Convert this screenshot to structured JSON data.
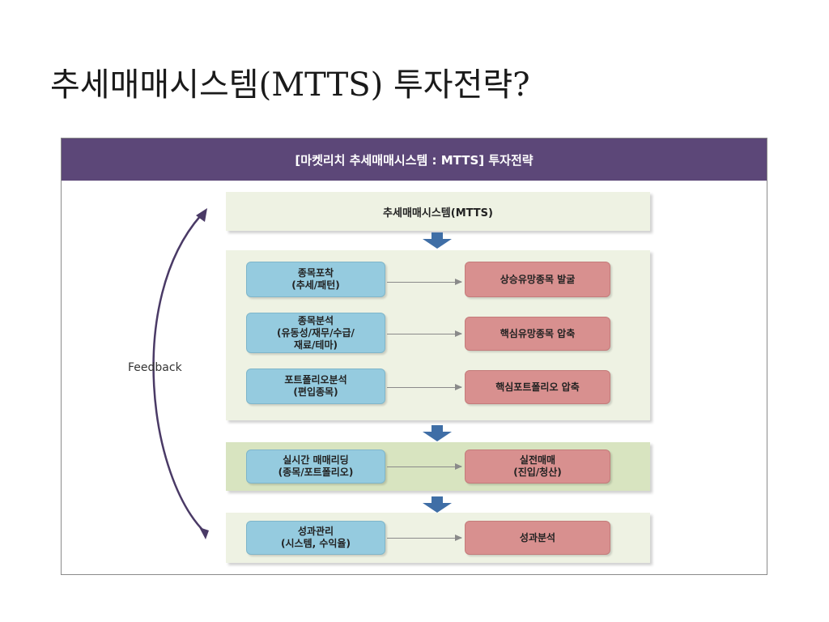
{
  "slide": {
    "title": "추세매매시스템(MTTS) 투자전략?"
  },
  "diagram": {
    "header": "[마켓리치 추세매매시스템 : MTTS] 투자전략",
    "top_band": "추세매매시스템(MTTS)",
    "feedback_label": "Feedback",
    "rows": [
      {
        "left": "종목포착\n(추세/패턴)",
        "right": "상승유망종목 발굴"
      },
      {
        "left": "종목분석\n(유동성/재무/수급/\n재료/테마)",
        "right": "핵심유망종목 압축"
      },
      {
        "left": "포트폴리오분석\n(편입종목)",
        "right": "핵심포트폴리오 압축"
      },
      {
        "left": "실시간 매매리딩\n(종목/포트폴리오)",
        "right": "실전매매\n(진입/청산)"
      },
      {
        "left": "성과관리\n(시스템, 수익율)",
        "right": "성과분석"
      }
    ]
  },
  "colors": {
    "header_bg": "#5c4778",
    "band_light": "#eef2e3",
    "band_dark": "#d8e4c0",
    "left_box": "#95cbdf",
    "right_box": "#d8908f",
    "down_arrow": "#3f6ea6",
    "feedback_arrow": "#4a3a66"
  }
}
